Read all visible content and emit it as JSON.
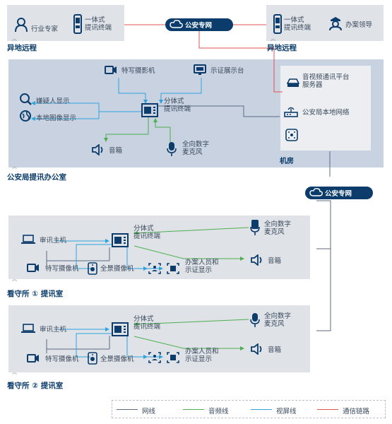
{
  "colors": {
    "net": "#5a6b82",
    "audio": "#4caf50",
    "video": "#2ea3e0",
    "comm": "#e25050",
    "dark": "#0b3c6b"
  },
  "remote_left": {
    "expert": "行业专家",
    "terminal": "一体式\n提讯终端",
    "caption": "异地远程"
  },
  "remote_right": {
    "terminal": "一体式\n提讯终端",
    "leader": "办案领导",
    "caption": "异地远程"
  },
  "cloud_top": {
    "label": "公安专网"
  },
  "cloud_mid": {
    "label": "公安专网"
  },
  "bureau": {
    "closeup_camera": "特写摄影机",
    "document_camera": "示证展示台",
    "suspect_display": "嫌疑人显示",
    "local_image": "本地图像显示",
    "split_terminal": "分体式\n提讯终端",
    "speaker": "音箱",
    "mic": "全向数字\n麦克风",
    "server": "音视频通讯平台\n服务器",
    "local_network": "公安局本地网络",
    "machine_room": "机房",
    "caption": "公安局提讯办公室"
  },
  "jail1": {
    "host": "审讯主机",
    "split_terminal": "分体式\n提讯终端",
    "mic": "全向数字\n麦克风",
    "closeup_camera": "特写摄像机",
    "panorama_camera": "全景摄像机",
    "staff_display": "办案人员和\n示证显示",
    "speaker": "音箱",
    "caption_a": "看守所",
    "caption_num": "①",
    "caption_b": "提讯室"
  },
  "jail2": {
    "host": "审讯主机",
    "split_terminal": "分体式\n提讯终端",
    "mic": "全向数字\n麦克风",
    "closeup_camera": "特写摄像机",
    "panorama_camera": "全景摄像机",
    "staff_display": "办案人员和\n示证显示",
    "speaker": "音箱",
    "caption_a": "看守所",
    "caption_num": "②",
    "caption_b": "提讯室"
  },
  "legend": {
    "net": "网线",
    "audio": "音频线",
    "video": "视屏线",
    "comm": "通信链路"
  }
}
